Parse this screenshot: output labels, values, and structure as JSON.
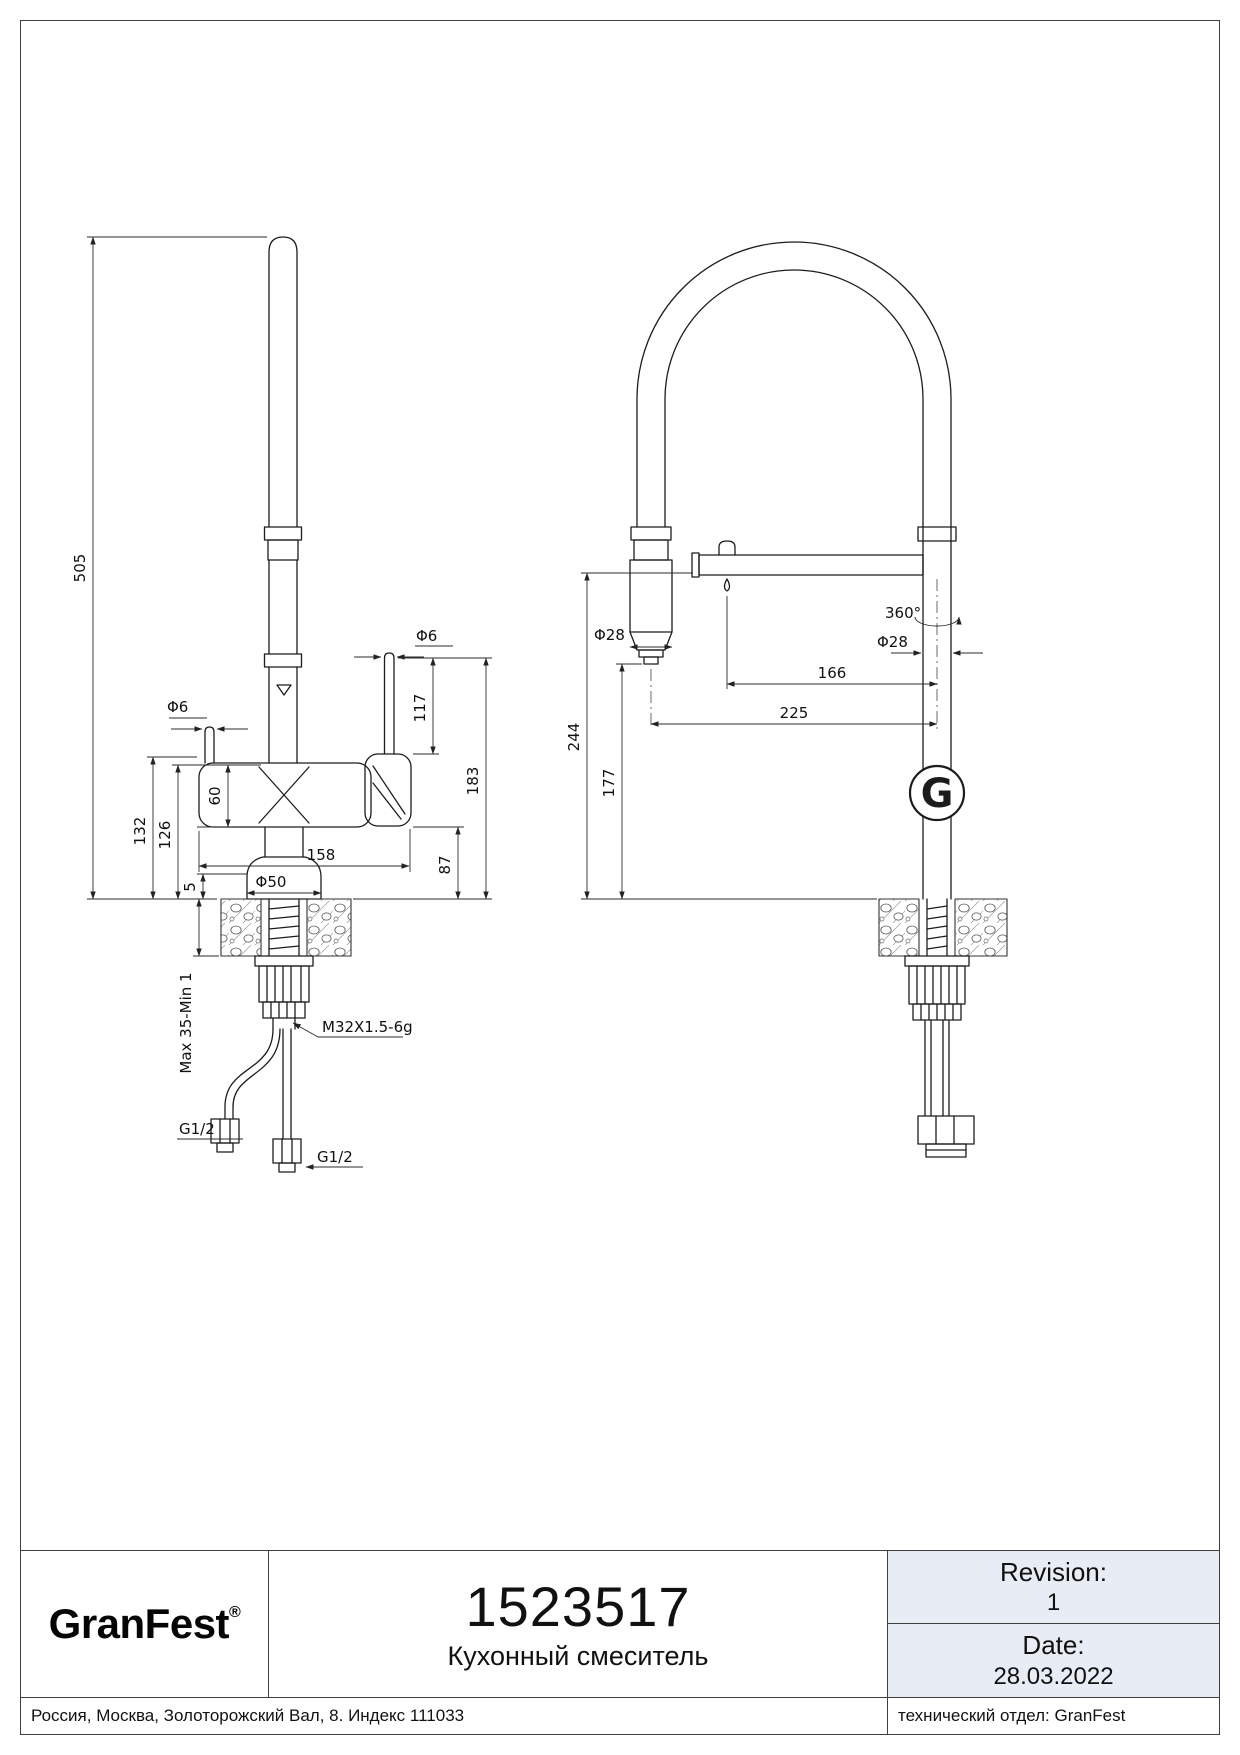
{
  "colors": {
    "line": "#1c1c1c",
    "dim_text": "#101010",
    "shaded_cell": "#e8edf5",
    "paper": "#ffffff"
  },
  "views": {
    "front": {
      "dims": {
        "total_height": "505",
        "pin_diameter": "Φ6",
        "lever_diameter": "Φ6",
        "h_132": "132",
        "h_126": "126",
        "h_60": "60",
        "h_5": "5",
        "h_117": "117",
        "h_183": "183",
        "h_87": "87",
        "body_width": "158",
        "base_diameter": "Φ50",
        "deck_thickness": "Max 35-Min 1",
        "thread": "M32X1.5-6g",
        "hose_left": "G1/2",
        "hose_right": "G1/2"
      }
    },
    "side": {
      "dims": {
        "swivel": "360°",
        "spray_diameter": "Φ28",
        "pipe_diameter": "Φ28",
        "reach_166": "166",
        "reach_225": "225",
        "h_244": "244",
        "h_177": "177"
      },
      "logo_letter": "G"
    }
  },
  "title_block": {
    "brand": "GranFest",
    "brand_mark": "®",
    "part_number": "1523517",
    "description": "Кухонный смеситель",
    "revision_label": "Revision:",
    "revision_value": "1",
    "date_label": "Date:",
    "date_value": "28.03.2022"
  },
  "footer": {
    "address": "Россия, Москва, Золоторожский Вал, 8. Индекс 111033",
    "department": "технический отдел: GranFest"
  }
}
